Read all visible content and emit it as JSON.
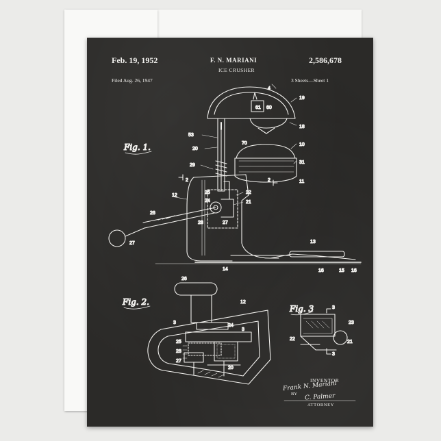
{
  "patent": {
    "date": "Feb. 19, 1952",
    "inventor": "F. N. MARIANI",
    "number": "2,586,678",
    "title": "ICE CRUSHER",
    "filed": "Filed Aug. 26, 1947",
    "sheets": "3 Sheets—Sheet 1"
  },
  "figures": {
    "fig1": "Fig. 1.",
    "fig2": "Fig. 2.",
    "fig3": "Fig. 3"
  },
  "reference_numerals": {
    "n4": "4",
    "n19": "19",
    "n61": "61",
    "n60": "60",
    "n18": "18",
    "n53": "53",
    "n20": "20",
    "n70": "70",
    "n10": "10",
    "n29": "29",
    "n31": "31",
    "n2a": "2",
    "n2b": "2",
    "n11": "11",
    "n25": "25",
    "n22": "22",
    "n12": "12",
    "n24": "24",
    "n21": "21",
    "n26": "26",
    "n28": "28",
    "n27": "27",
    "n27b": "27",
    "n13": "13",
    "n14": "14",
    "n16": "16",
    "n15": "15",
    "n16b": "16",
    "n26b": "26",
    "n12b": "12",
    "n3a": "3",
    "n24b": "24",
    "n3b": "3",
    "n25b": "25",
    "n28b": "28",
    "n27c": "27",
    "n20b": "20",
    "n22b": "22",
    "n23": "23",
    "n21b": "21",
    "n3c": "3",
    "n3d": "3"
  },
  "signatures": {
    "inventor_label": "INVENTOR",
    "inventor_signature": "Frank N. Mariani",
    "by_label": "BY",
    "attorney_signature": "C. Palmer",
    "attorney_label": "ATTORNEY"
  },
  "colors": {
    "chalkboard": "#2b2a28",
    "chalk": "#f2f1ee",
    "background": "#ebebe9"
  }
}
